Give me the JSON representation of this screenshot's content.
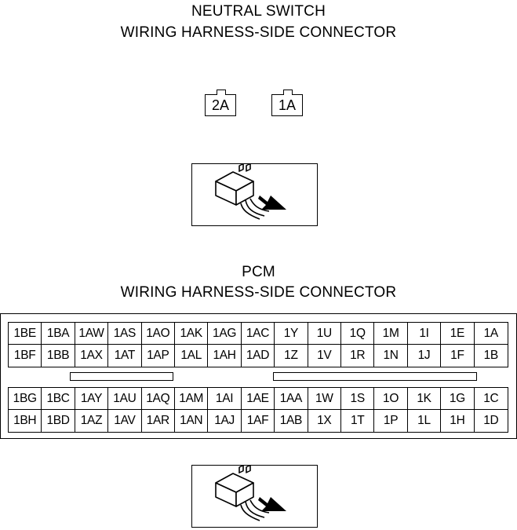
{
  "neutral_switch": {
    "title_line1": "NEUTRAL SWITCH",
    "title_line2": "WIRING HARNESS-SIDE CONNECTOR",
    "terminals": [
      "2A",
      "1A"
    ]
  },
  "pcm": {
    "title_line1": "PCM",
    "title_line2": "WIRING HARNESS-SIDE CONNECTOR",
    "upper_block": [
      [
        "1BE",
        "1BA",
        "1AW",
        "1AS",
        "1AO",
        "1AK",
        "1AG",
        "1AC",
        "1Y",
        "1U",
        "1Q",
        "1M",
        "1I",
        "1E",
        "1A"
      ],
      [
        "1BF",
        "1BB",
        "1AX",
        "1AT",
        "1AP",
        "1AL",
        "1AH",
        "1AD",
        "1Z",
        "1V",
        "1R",
        "1N",
        "1J",
        "1F",
        "1B"
      ]
    ],
    "lower_block": [
      [
        "1BG",
        "1BC",
        "1AY",
        "1AU",
        "1AQ",
        "1AM",
        "1AI",
        "1AE",
        "1AA",
        "1W",
        "1S",
        "1O",
        "1K",
        "1G",
        "1C"
      ],
      [
        "1BH",
        "1BD",
        "1AZ",
        "1AV",
        "1AR",
        "1AN",
        "1AJ",
        "1AF",
        "1AB",
        "1X",
        "1T",
        "1P",
        "1L",
        "1H",
        "1D"
      ]
    ]
  },
  "icons": [
    "connector-view-icon",
    "arrow-icon"
  ]
}
